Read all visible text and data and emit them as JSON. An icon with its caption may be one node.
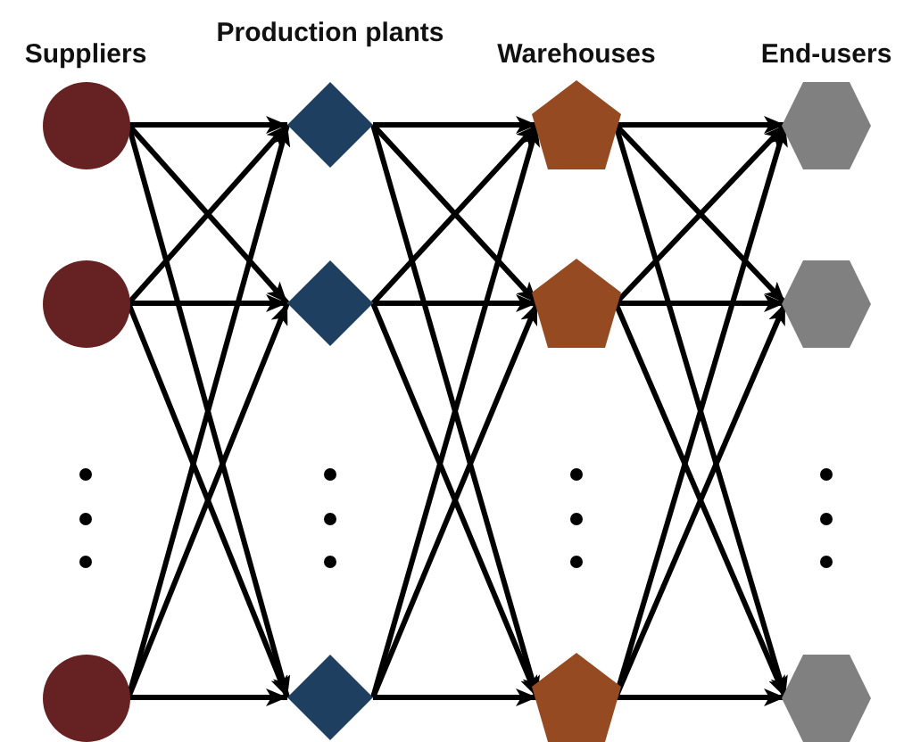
{
  "diagram": {
    "nodes": [
      {
        "text": [],
        "shape": "circle"
      },
      {
        "text": [],
        "shape": "circle"
      },
      {
        "text": [],
        "shape": "circle"
      },
      {
        "text": [],
        "shape": "diamond"
      },
      {
        "text": [],
        "shape": "diamond"
      },
      {
        "text": [],
        "shape": "diamond"
      },
      {
        "text": [],
        "shape": "pentagon"
      },
      {
        "text": [],
        "shape": "pentagon"
      },
      {
        "text": [],
        "shape": "pentagon"
      },
      {
        "text": [],
        "shape": "hexagon"
      },
      {
        "text": [],
        "shape": "hexagon"
      },
      {
        "text": [],
        "shape": "hexagon"
      }
    ],
    "edges": [
      {
        "from": 0,
        "to": 3,
        "arrow": "to"
      },
      {
        "from": 0,
        "to": 4,
        "arrow": "to"
      },
      {
        "from": 0,
        "to": 5,
        "arrow": "to"
      },
      {
        "from": 1,
        "to": 3,
        "arrow": "to"
      },
      {
        "from": 1,
        "to": 4,
        "arrow": "to"
      },
      {
        "from": 1,
        "to": 5,
        "arrow": "to"
      },
      {
        "from": 2,
        "to": 3,
        "arrow": "to"
      },
      {
        "from": 2,
        "to": 4,
        "arrow": "to"
      },
      {
        "from": 2,
        "to": 5,
        "arrow": "to"
      },
      {
        "from": 3,
        "to": 6,
        "arrow": "to"
      },
      {
        "from": 3,
        "to": 7,
        "arrow": "to"
      },
      {
        "from": 3,
        "to": 8,
        "arrow": "to"
      },
      {
        "from": 4,
        "to": 6,
        "arrow": "to"
      },
      {
        "from": 4,
        "to": 7,
        "arrow": "to"
      },
      {
        "from": 4,
        "to": 8,
        "arrow": "to"
      },
      {
        "from": 5,
        "to": 6,
        "arrow": "to"
      },
      {
        "from": 5,
        "to": 7,
        "arrow": "to"
      },
      {
        "from": 5,
        "to": 8,
        "arrow": "to"
      },
      {
        "from": 6,
        "to": 9,
        "arrow": "to"
      },
      {
        "from": 6,
        "to": 10,
        "arrow": "to"
      },
      {
        "from": 6,
        "to": 11,
        "arrow": "to"
      },
      {
        "from": 7,
        "to": 9,
        "arrow": "to"
      },
      {
        "from": 7,
        "to": 10,
        "arrow": "to"
      },
      {
        "from": 7,
        "to": 11,
        "arrow": "to"
      },
      {
        "from": 8,
        "to": 9,
        "arrow": "to"
      },
      {
        "from": 8,
        "to": 10,
        "arrow": "to"
      },
      {
        "from": 8,
        "to": 11,
        "arrow": "to"
      }
    ],
    "labels": [
      "Suppliers",
      "Production plants",
      "Warehouses",
      "End-users"
    ]
  }
}
